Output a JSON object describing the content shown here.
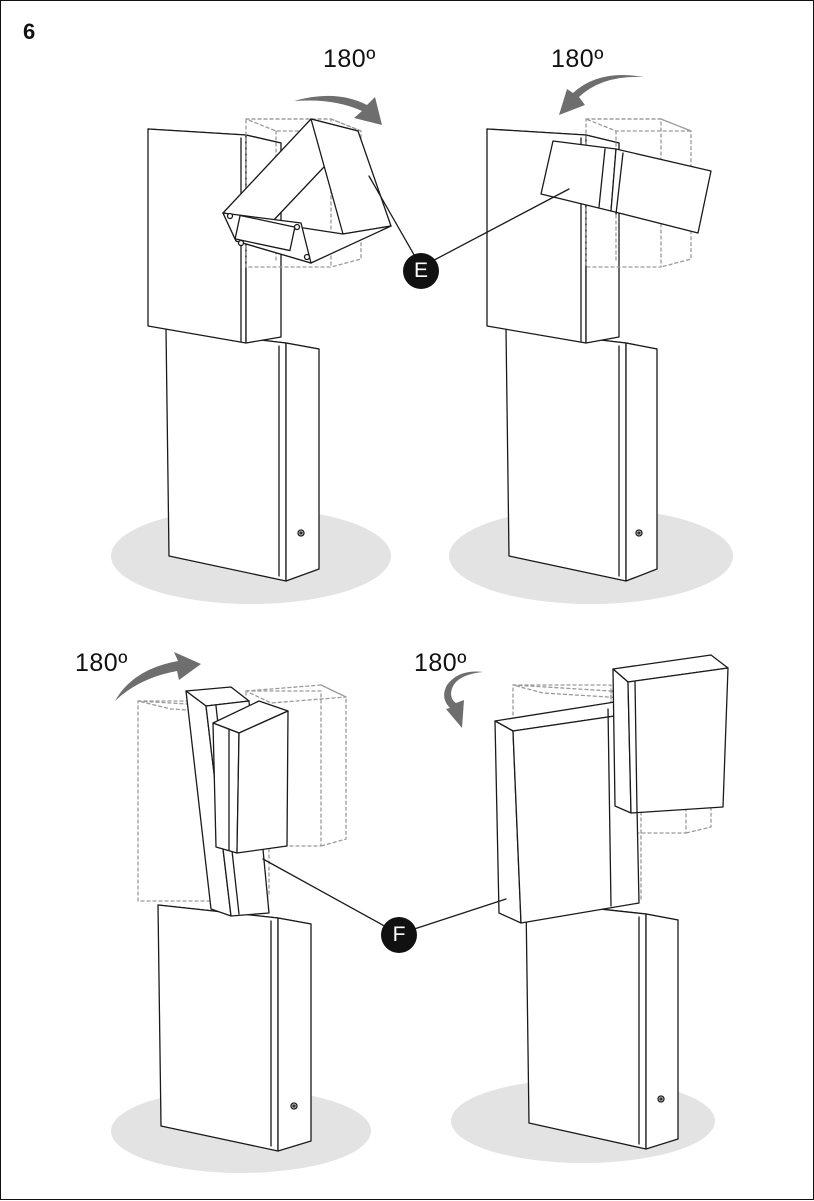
{
  "step_number": "6",
  "rotation_labels": {
    "top_left": "180º",
    "top_right": "180º",
    "bottom_left": "180º",
    "bottom_right": "180º"
  },
  "callouts": {
    "e": "E",
    "f": "F"
  },
  "colors": {
    "line": "#1a1a1a",
    "ghost": "#9a9a9a",
    "shadow": "#e3e3e3",
    "arrow": "#6e6e6e",
    "callout": "#111111"
  }
}
